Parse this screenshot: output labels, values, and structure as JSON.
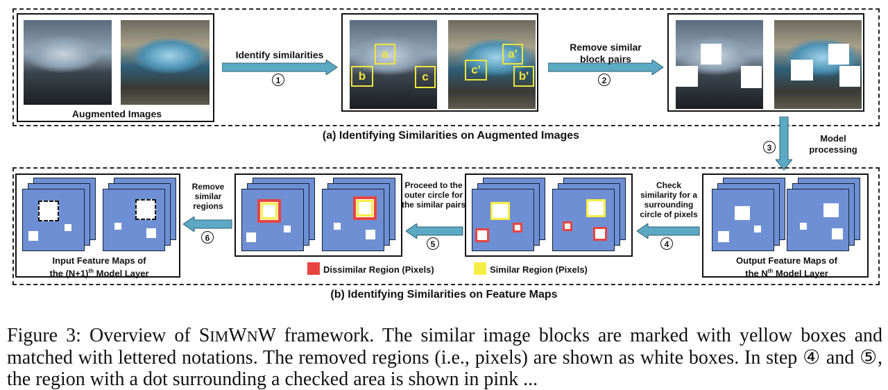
{
  "top_section": {
    "caption": "(a) Identifying Similarities on Augmented Images",
    "augmented_label": "Augmented Images",
    "arrow1_label": "Identify similarities",
    "arrow1_num": "①",
    "arrow2_label": "Remove similar block pairs",
    "arrow2_num": "②",
    "block_letters": [
      "a",
      "b",
      "c",
      "c'",
      "a'",
      "b'"
    ],
    "arrow3_label": "Model processing",
    "arrow3_num": "③"
  },
  "bottom_section": {
    "caption": "(b) Identifying Similarities on Feature Maps",
    "output_label": "Output Feature Maps of the Nth Model Layer",
    "input_label": "Input Feature Maps of the (N+1)th Model Layer",
    "arrow4_label": "Check similarity for a surrounding circle of pixels",
    "arrow4_num": "④",
    "arrow5_label": "Proceed to the outer circle for the similar pairs",
    "arrow5_num": "⑤",
    "arrow6_label": "Remove similar regions",
    "arrow6_num": "⑥",
    "legend": [
      {
        "label": "Dissimilar Region (Pixels)",
        "color": "#e8443f"
      },
      {
        "label": "Similar Region (Pixels)",
        "color": "#f7ee45"
      }
    ]
  },
  "figure_caption": {
    "prefix": "Figure 3: Overview of ",
    "name_s": "S",
    "name_im": "IM",
    "name_w": "W",
    "name_n": "N",
    "name_w2": "W",
    "text": " framework. The similar image blocks are marked with yellow boxes and matched with lettered notations. The removed regions (i.e., pixels) are shown as white boxes. In step ④ and ⑤, the region with a dot surrounding a checked area is shown in pink ..."
  },
  "colors": {
    "feature_map": "#6e8fd3",
    "arrow": "#5ca9c4",
    "dissimilar": "#e8443f",
    "similar": "#f7ee45"
  }
}
